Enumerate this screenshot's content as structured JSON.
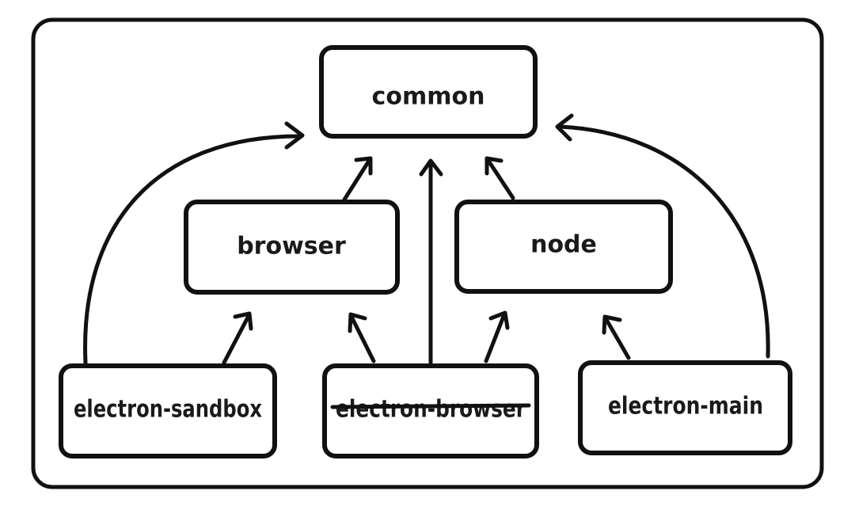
{
  "diagram": {
    "nodes": {
      "common": {
        "label": "common"
      },
      "browser": {
        "label": "browser"
      },
      "node": {
        "label": "node"
      },
      "electron_sandbox": {
        "label": "electron-sandbox"
      },
      "electron_browser": {
        "label": "electron-browser",
        "struck_through": true
      },
      "electron_main": {
        "label": "electron-main"
      }
    },
    "edges": [
      {
        "from": "browser",
        "to": "common"
      },
      {
        "from": "node",
        "to": "common"
      },
      {
        "from": "electron_browser",
        "to": "common"
      },
      {
        "from": "electron_sandbox",
        "to": "common"
      },
      {
        "from": "electron_main",
        "to": "common"
      },
      {
        "from": "electron_sandbox",
        "to": "browser"
      },
      {
        "from": "electron_browser",
        "to": "browser"
      },
      {
        "from": "electron_browser",
        "to": "node"
      },
      {
        "from": "electron_main",
        "to": "node"
      }
    ],
    "colors": {
      "stroke": "#111111",
      "background": "#ffffff"
    }
  }
}
